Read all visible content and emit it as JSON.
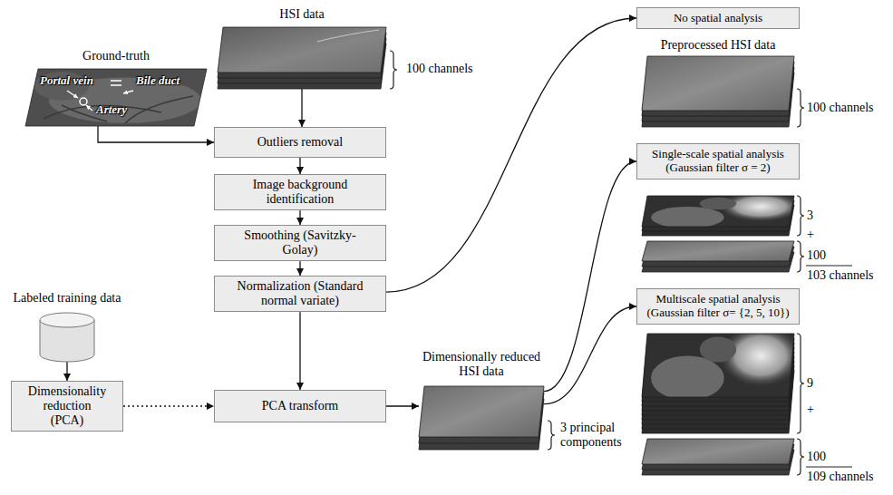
{
  "diagram": {
    "nodes": [
      {
        "text": [
          "HSI data",
          "100 channels"
        ]
      },
      {
        "text": [
          "Ground-truth",
          "Portal vein",
          "Bile duct",
          "Artery"
        ]
      },
      {
        "text": [
          "Outliers removal"
        ]
      },
      {
        "text": [
          "Image background identification"
        ]
      },
      {
        "text": [
          "Smoothing (Savitzky-Golay)"
        ]
      },
      {
        "text": [
          "Normalization (Standard normal variate)"
        ]
      },
      {
        "text": [
          "Labeled training data"
        ]
      },
      {
        "text": [
          "Dimensionality reduction (PCA)"
        ]
      },
      {
        "text": [
          "PCA transform"
        ]
      },
      {
        "text": [
          "Dimensionally reduced HSI data",
          "3 principal components"
        ]
      },
      {
        "text": [
          "No spatial analysis"
        ]
      },
      {
        "text": [
          "Preprocessed HSI data",
          "100 channels"
        ]
      },
      {
        "text": [
          "Single-scale spatial analysis (Gaussian filter σ = 2)"
        ]
      },
      {
        "text": [
          "3",
          "+",
          "100",
          "103 channels"
        ]
      },
      {
        "text": [
          "Multiscale spatial analysis (Gaussian filter σ= {2, 5, 10})"
        ]
      },
      {
        "text": [
          "9",
          "+",
          "100",
          "109 channels"
        ]
      }
    ],
    "edges": [
      {
        "from": 0,
        "to": 2,
        "arrow": "to"
      },
      {
        "from": 1,
        "to": 2,
        "arrow": "to"
      },
      {
        "from": 2,
        "to": 3,
        "arrow": "to"
      },
      {
        "from": 3,
        "to": 4,
        "arrow": "to"
      },
      {
        "from": 4,
        "to": 5,
        "arrow": "to"
      },
      {
        "from": 5,
        "to": 8,
        "arrow": "to"
      },
      {
        "from": 6,
        "to": 7,
        "arrow": "to"
      },
      {
        "from": 7,
        "to": 8,
        "arrow": "to"
      },
      {
        "from": 8,
        "to": 9,
        "arrow": "to"
      },
      {
        "from": 5,
        "to": 10,
        "arrow": "to"
      },
      {
        "from": 9,
        "to": 12,
        "arrow": "to"
      },
      {
        "from": 9,
        "to": 14,
        "arrow": "to"
      }
    ]
  }
}
